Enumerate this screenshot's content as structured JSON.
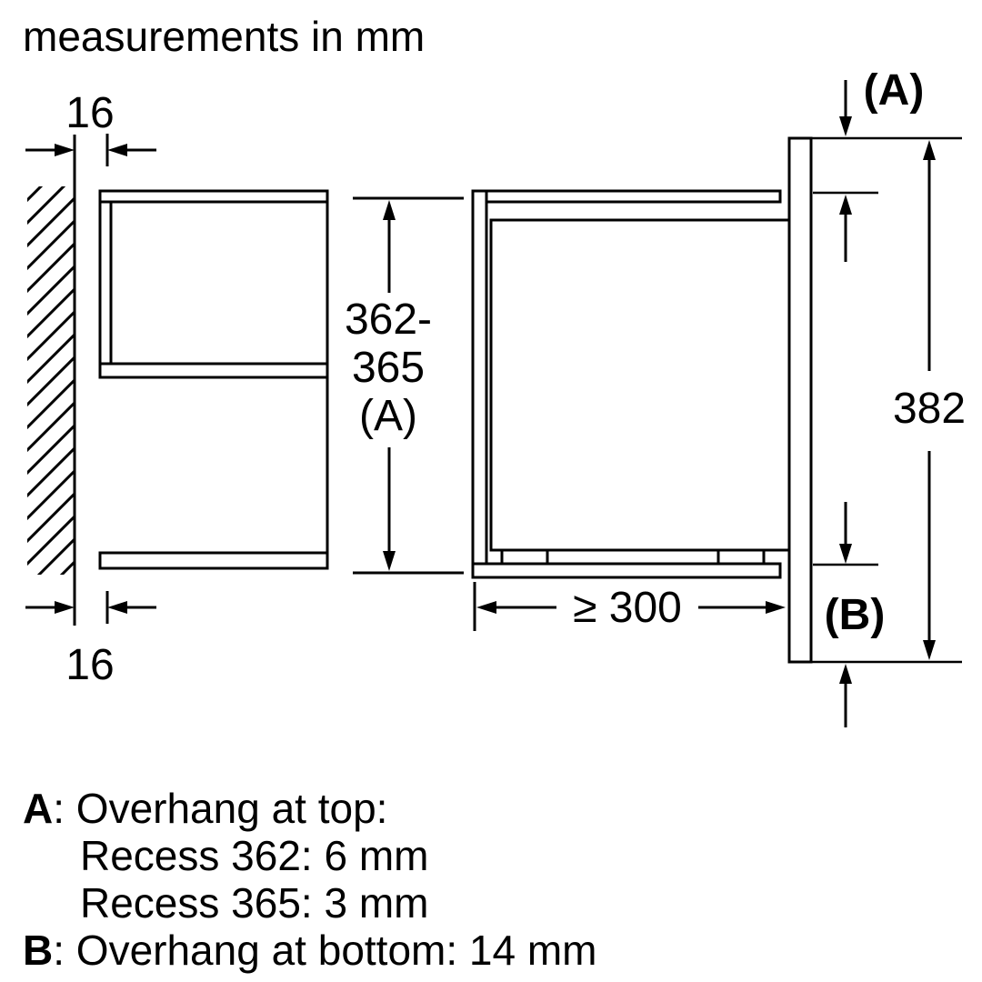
{
  "title": "measurements in mm",
  "colors": {
    "ink": "#000000",
    "background": "#ffffff"
  },
  "dimensions": {
    "wall_gap_top": "16",
    "wall_gap_bottom": "16",
    "niche_height_line1": "362-",
    "niche_height_line2": "365",
    "niche_height_line3": "(A)",
    "overhang_top_label": "(A)",
    "appliance_height": "382",
    "niche_depth": "≥ 300",
    "overhang_bottom_label": "(B)"
  },
  "legend": {
    "a_key": "A",
    "a_rest": ": Overhang at top:",
    "recess_362": "Recess 362: 6 mm",
    "recess_365": "Recess 365: 3 mm",
    "b_key": "B",
    "b_rest": ": Overhang at bottom: 14 mm"
  }
}
